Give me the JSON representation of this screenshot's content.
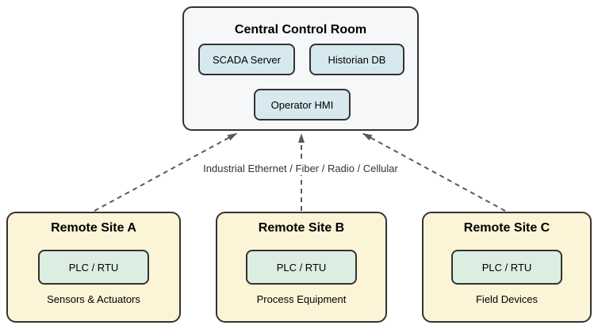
{
  "diagram": {
    "central": {
      "title": "Central Control Room",
      "components": [
        {
          "label": "SCADA Server"
        },
        {
          "label": "Historian DB"
        },
        {
          "label": "Operator HMI"
        }
      ]
    },
    "connection_label": "Industrial Ethernet / Fiber / Radio / Cellular",
    "sites": [
      {
        "title": "Remote Site A",
        "controller": "PLC / RTU",
        "caption": "Sensors & Actuators"
      },
      {
        "title": "Remote Site B",
        "controller": "PLC / RTU",
        "caption": "Process Equipment"
      },
      {
        "title": "Remote Site C",
        "controller": "PLC / RTU",
        "caption": "Field Devices"
      }
    ],
    "colors": {
      "central_fill": "#f5f7f9",
      "component_fill": "#d7e9ef",
      "site_fill": "#fcf4d6",
      "controller_fill": "#dcede2",
      "border": "#333333",
      "arrow": "#595959",
      "background": "#ffffff"
    }
  }
}
